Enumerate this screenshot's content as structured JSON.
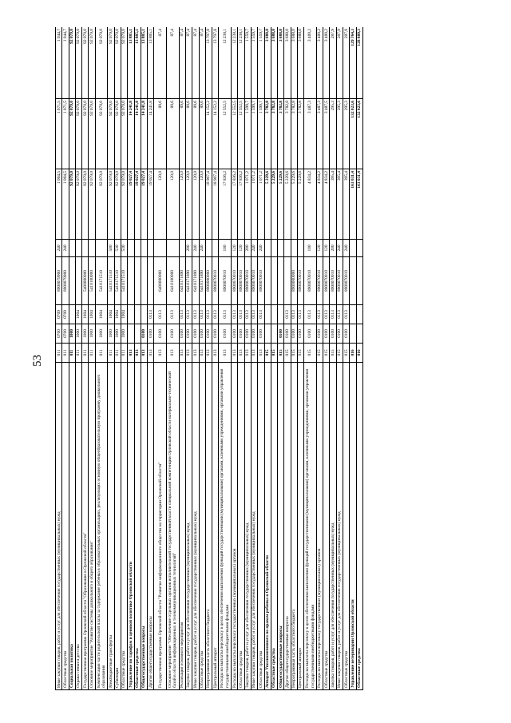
{
  "page": {
    "number": "53"
  },
  "rows": [
    {
      "name": "Иные закупки товаров, работ и услуг для обеспечения государственных (муниципальных) нужд",
      "gr": "011",
      "rz": "0700",
      "pr": "0709",
      "cs": "8900079900",
      "vr": "240",
      "v1": "1 004,5",
      "v2": "1 071,5",
      "v3": "1 044,7",
      "bold": false,
      "tall": false
    },
    {
      "name": "Областные средства",
      "gr": "011",
      "rz": "0700",
      "pr": "0709",
      "cs": "8900079900",
      "vr": "240",
      "v1": "1 004,5",
      "v2": "1 071,5",
      "v3": "1 044,7",
      "bold": false,
      "tall": false
    },
    {
      "name": "Социальная политика",
      "gr": "011",
      "rz": "1000",
      "pr": "",
      "cs": "",
      "vr": "",
      "v1": "92 079,0",
      "v2": "92 079,0",
      "v3": "92 079,0",
      "bold": true,
      "tall": false
    },
    {
      "name": "Охрана семьи и детства",
      "gr": "011",
      "rz": "1000",
      "pr": "1004",
      "cs": "",
      "vr": "",
      "v1": "92 079,0",
      "v2": "92 079,0",
      "v3": "92 079,0",
      "bold": false,
      "tall": false
    },
    {
      "name": "Государственная программа Орловской области \"Образование в Орловской области\"",
      "gr": "011",
      "rz": "1000",
      "pr": "1004",
      "cs": "5400000000",
      "vr": "",
      "v1": "92 079,0",
      "v2": "92 079,0",
      "v3": "92 079,0",
      "bold": false,
      "tall": false
    },
    {
      "name": "Основное мероприятие \"Развитие системы дошкольного и общего образования\"",
      "gr": "011",
      "rz": "1000",
      "pr": "1004",
      "cs": "5410100000",
      "vr": "",
      "v1": "92 079,0",
      "v2": "92 079,0",
      "v3": "92 079,0",
      "bold": false,
      "tall": false
    },
    {
      "name": "Компенсация части родительской платы за содержание ребенка в образовательных организациях, реализующих основную общеобразовательную программу дошкольного образования",
      "gr": "011",
      "rz": "1000",
      "pr": "1004",
      "cs": "5410171510",
      "vr": "",
      "v1": "92 079,0",
      "v2": "92 079,0",
      "v3": "92 079,0",
      "bold": false,
      "tall": true
    },
    {
      "name": "Межбюджетные трансферты",
      "gr": "011",
      "rz": "1000",
      "pr": "1004",
      "cs": "5410171510",
      "vr": "500",
      "v1": "92 079,0",
      "v2": "92 079,0",
      "v3": "92 079,0",
      "bold": false,
      "tall": false
    },
    {
      "name": "Субвенции",
      "gr": "011",
      "rz": "1000",
      "pr": "1004",
      "cs": "5410171510",
      "vr": "530",
      "v1": "92 079,0",
      "v2": "92 079,0",
      "v3": "92 079,0",
      "bold": false,
      "tall": false
    },
    {
      "name": "Областные средства",
      "gr": "011",
      "rz": "1000",
      "pr": "1004",
      "cs": "5410171510",
      "vr": "530",
      "v1": "92 079,0",
      "v2": "92 079,0",
      "v3": "92 079,0",
      "bold": false,
      "tall": false
    },
    {
      "name": "Управление по тарифам и ценовой политике Орловской области",
      "gr": "013",
      "rz": "",
      "pr": "",
      "cs": "",
      "vr": "",
      "v1": "19 027,4",
      "v2": "14 241,8",
      "v3": "13 885,1",
      "bold": true,
      "tall": false
    },
    {
      "name": "Областные средства",
      "gr": "013",
      "rz": "",
      "pr": "",
      "cs": "",
      "vr": "",
      "v1": "19 027,4",
      "v2": "14 241,8",
      "v3": "13 885,1",
      "bold": true,
      "tall": false
    },
    {
      "name": "Общегосударственные вопросы",
      "gr": "013",
      "rz": "0100",
      "pr": "",
      "cs": "",
      "vr": "",
      "v1": "19 027,4",
      "v2": "14 241,8",
      "v3": "13 885,1",
      "bold": true,
      "tall": false
    },
    {
      "name": "Другие общегосударственные вопросы",
      "gr": "013",
      "rz": "0100",
      "pr": "0113",
      "cs": "",
      "vr": "",
      "v1": "19 027,4",
      "v2": "14 241,8",
      "v3": "13 885,1",
      "bold": false,
      "tall": false
    },
    {
      "name": "Государственная программа Орловской области \"Развитие информационного общества на территории Орловской области\"",
      "gr": "013",
      "rz": "0100",
      "pr": "0113",
      "cs": "6400000000",
      "vr": "",
      "v1": "120,0",
      "v2": "89,6",
      "v3": "87,4",
      "bold": false,
      "tall": true
    },
    {
      "name": "Основное мероприятие \"Обеспечение отдельных органов исполнительной государственной власти специальной компетенции Орловской области материально-технической базой в области информационных и телекоммуникационных технологий\"",
      "gr": "013",
      "rz": "0100",
      "pr": "0113",
      "cs": "6410100000",
      "vr": "",
      "v1": "120,0",
      "v2": "89,6",
      "v3": "87,4",
      "bold": false,
      "tall": true
    },
    {
      "name": "Реализация основного мероприятия",
      "gr": "013",
      "rz": "0100",
      "pr": "0113",
      "cs": "6410171890",
      "vr": "",
      "v1": "120,0",
      "v2": "89,6",
      "v3": "87,4",
      "bold": false,
      "tall": false
    },
    {
      "name": "Закупка товаров, работ и услуг для обеспечения государственных (муниципальных) нужд",
      "gr": "013",
      "rz": "0100",
      "pr": "0113",
      "cs": "6410171890",
      "vr": "200",
      "v1": "120,0",
      "v2": "89,6",
      "v3": "87,4",
      "bold": false,
      "tall": false
    },
    {
      "name": "Иные закупки товаров, работ и услуг для обеспечения государственных (муниципальных) нужд",
      "gr": "013",
      "rz": "0100",
      "pr": "0113",
      "cs": "6410171890",
      "vr": "240",
      "v1": "120,0",
      "v2": "89,6",
      "v3": "87,4",
      "bold": false,
      "tall": false
    },
    {
      "name": "Областные средства",
      "gr": "013",
      "rz": "0100",
      "pr": "0113",
      "cs": "6410171890",
      "vr": "240",
      "v1": "120,0",
      "v2": "89,6",
      "v3": "87,4",
      "bold": false,
      "tall": false
    },
    {
      "name": "Непрограммная часть областного бюджета",
      "gr": "013",
      "rz": "0100",
      "pr": "0113",
      "cs": "8900000000",
      "vr": "",
      "v1": "18 907,4",
      "v2": "14 152,2",
      "v3": "13 797,8",
      "bold": false,
      "tall": false
    },
    {
      "name": "Центральный аппарат",
      "gr": "013",
      "rz": "0100",
      "pr": "0113",
      "cs": "8900070010",
      "vr": "",
      "v1": "18 907,4",
      "v2": "14 152,2",
      "v3": "13 797,8",
      "bold": false,
      "tall": false
    },
    {
      "name": "Расходы на выплаты персоналу в целях обеспечения выполнения функций государственными (муниципальными) органами, казенными учреждениями, органами управления государственными внебюджетными фондами",
      "gr": "013",
      "rz": "0100",
      "pr": "0113",
      "cs": "8900070010",
      "vr": "100",
      "v1": "17 836,2",
      "v2": "12 552,5",
      "v3": "12 238,1",
      "bold": false,
      "tall": true
    },
    {
      "name": "Расходы на выплаты персоналу государственных (муниципальных) органов",
      "gr": "013",
      "rz": "0100",
      "pr": "0113",
      "cs": "8900070010",
      "vr": "120",
      "v1": "17 836,2",
      "v2": "12 552,5",
      "v3": "12 238,1",
      "bold": false,
      "tall": false
    },
    {
      "name": "Областные средства",
      "gr": "013",
      "rz": "0100",
      "pr": "0113",
      "cs": "8900070010",
      "vr": "120",
      "v1": "17 836,2",
      "v2": "12 552,5",
      "v3": "12 238,1",
      "bold": false,
      "tall": false
    },
    {
      "name": "Закупка товаров, работ и услуг для обеспечения государственных (муниципальных) нужд",
      "gr": "013",
      "rz": "0100",
      "pr": "0113",
      "cs": "8900070010",
      "vr": "200",
      "v1": "1 071,2",
      "v2": "1 599,7",
      "v3": "1 559,7",
      "bold": false,
      "tall": false
    },
    {
      "name": "Иные закупки товаров, работ и услуг для обеспечения государственных (муниципальных) нужд",
      "gr": "013",
      "rz": "0100",
      "pr": "0113",
      "cs": "8900070010",
      "vr": "240",
      "v1": "1 071,2",
      "v2": "1 599,7",
      "v3": "1 559,7",
      "bold": false,
      "tall": false
    },
    {
      "name": "Областные средства",
      "gr": "013",
      "rz": "0100",
      "pr": "0113",
      "cs": "8900070010",
      "vr": "240",
      "v1": "1 071,2",
      "v2": "1 599,7",
      "v3": "1 559,7",
      "bold": false,
      "tall": false
    },
    {
      "name": "Аппарат Уполномоченного по правам ребенка в Орловской области",
      "gr": "015",
      "rz": "",
      "pr": "",
      "cs": "",
      "vr": "",
      "v1": "5 229,6",
      "v2": "3 782,8",
      "v3": "3 688,0",
      "bold": true,
      "tall": false
    },
    {
      "name": "Областные средства",
      "gr": "015",
      "rz": "",
      "pr": "",
      "cs": "",
      "vr": "",
      "v1": "5 229,6",
      "v2": "3 782,8",
      "v3": "3 688,0",
      "bold": true,
      "tall": false
    },
    {
      "name": "Общегосударственные вопросы",
      "gr": "015",
      "rz": "0100",
      "pr": "",
      "cs": "",
      "vr": "",
      "v1": "5 229,6",
      "v2": "3 782,8",
      "v3": "3 688,0",
      "bold": true,
      "tall": false
    },
    {
      "name": "Другие общегосударственные вопросы",
      "gr": "015",
      "rz": "0100",
      "pr": "0113",
      "cs": "",
      "vr": "",
      "v1": "5 229,6",
      "v2": "3 782,8",
      "v3": "3 688,0",
      "bold": false,
      "tall": false
    },
    {
      "name": "Непрограммная часть областного бюджета",
      "gr": "015",
      "rz": "0100",
      "pr": "0113",
      "cs": "8900000000",
      "vr": "",
      "v1": "5 229,6",
      "v2": "3 782,8",
      "v3": "3 688,0",
      "bold": false,
      "tall": false
    },
    {
      "name": "Центральный аппарат",
      "gr": "015",
      "rz": "0100",
      "pr": "0113",
      "cs": "8900070010",
      "vr": "",
      "v1": "5 229,6",
      "v2": "3 782,8",
      "v3": "3 688,0",
      "bold": false,
      "tall": false
    },
    {
      "name": "Расходы на выплаты персоналу в целях обеспечения выполнения функций государственными (муниципальными) органами, казенными учреждениями, органами управления государственными внебюджетными фондами",
      "gr": "015",
      "rz": "0100",
      "pr": "0113",
      "cs": "8900070010",
      "vr": "100",
      "v1": "4 834,2",
      "v2": "3 487,3",
      "v3": "3 400,2",
      "bold": false,
      "tall": true
    },
    {
      "name": "Расходы на выплаты персоналу государственных (муниципальных) органов",
      "gr": "015",
      "rz": "0100",
      "pr": "0113",
      "cs": "8900070010",
      "vr": "120",
      "v1": "4 834,2",
      "v2": "3 487,3",
      "v3": "3 400,2",
      "bold": false,
      "tall": false
    },
    {
      "name": "Областные средства",
      "gr": "015",
      "rz": "0100",
      "pr": "0113",
      "cs": "8900070010",
      "vr": "120",
      "v1": "4 834,2",
      "v2": "3 487,5",
      "v3": "3 400,2",
      "bold": false,
      "tall": false
    },
    {
      "name": "Закупка товаров, работ и услуг для обеспечения государственных (муниципальных) нужд",
      "gr": "015",
      "rz": "0100",
      "pr": "0113",
      "cs": "8900070010",
      "vr": "200",
      "v1": "395,4",
      "v2": "295,3",
      "v3": "287,9",
      "bold": false,
      "tall": false
    },
    {
      "name": "Иные закупки товаров, работ и услуг для обеспечения государственных (муниципальных) нужд",
      "gr": "015",
      "rz": "0100",
      "pr": "0113",
      "cs": "8900070010",
      "vr": "240",
      "v1": "395,4",
      "v2": "295,3",
      "v3": "287,9",
      "bold": false,
      "tall": false
    },
    {
      "name": "Областные средства",
      "gr": "015",
      "rz": "0100",
      "pr": "0113",
      "cs": "8900070010",
      "vr": "240",
      "v1": "395,4",
      "v2": "295,3",
      "v3": "287,9",
      "bold": false,
      "tall": false
    },
    {
      "name": "Управление ветеринарии Орловской области",
      "gr": "016",
      "rz": "",
      "pr": "",
      "cs": "",
      "vr": "",
      "v1": "163 031,4",
      "v2": "132 023,6",
      "v3": "129 764,3",
      "bold": true,
      "tall": false
    },
    {
      "name": "Областные средства",
      "gr": "016",
      "rz": "",
      "pr": "",
      "cs": "",
      "vr": "",
      "v1": "163 031,4",
      "v2": "132 023,6",
      "v3": "128 809,3",
      "bold": true,
      "tall": false
    }
  ]
}
